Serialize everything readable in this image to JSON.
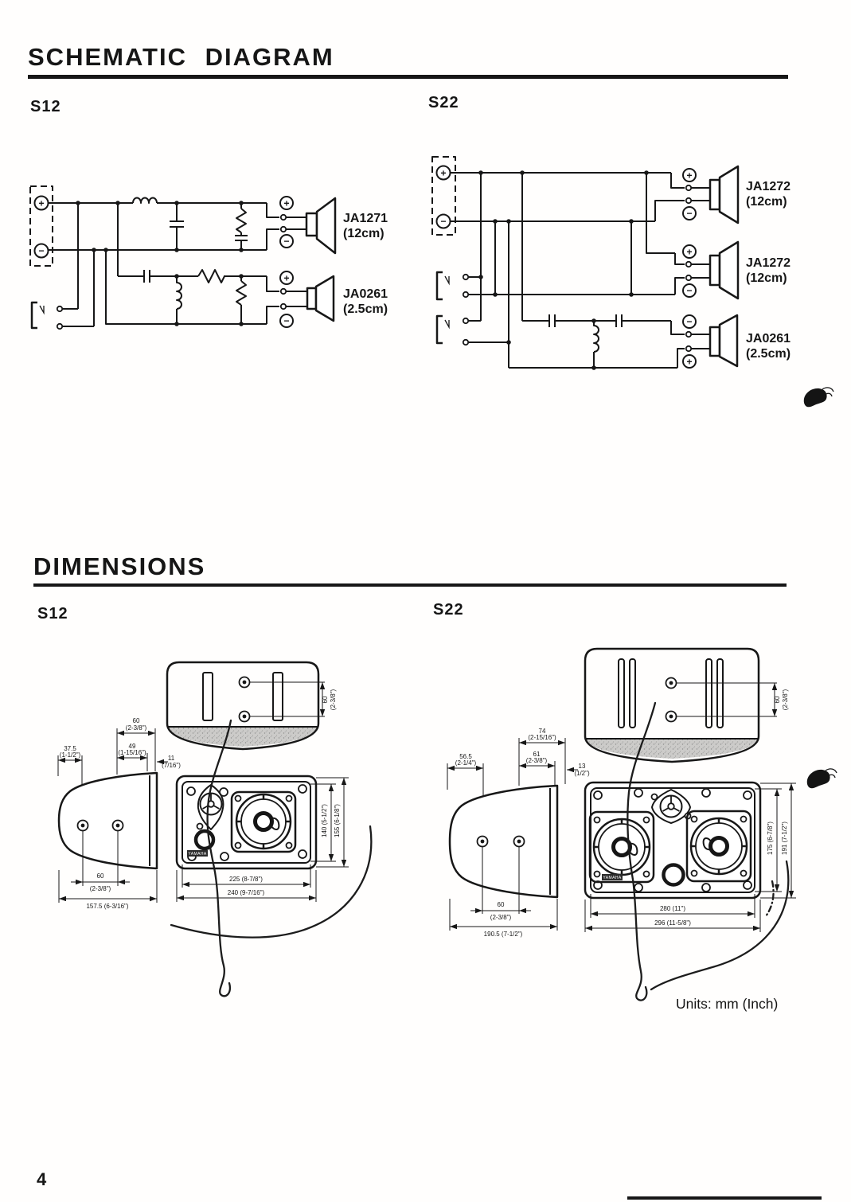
{
  "page": {
    "number": "4"
  },
  "schematic": {
    "title": "SCHEMATIC DIAGRAM",
    "symbols": {
      "plus": "+",
      "minus": "−"
    },
    "s12": {
      "label": "S12",
      "drivers": [
        {
          "name": "JA1271",
          "size": "(12cm)",
          "top_terminal": "+",
          "bottom_terminal": "−"
        },
        {
          "name": "JA0261",
          "size": "(2.5cm)",
          "top_terminal": "+",
          "bottom_terminal": "−"
        }
      ]
    },
    "s22": {
      "label": "S22",
      "drivers": [
        {
          "name": "JA1272",
          "size": "(12cm)",
          "top_terminal": "+",
          "bottom_terminal": "−"
        },
        {
          "name": "JA1272",
          "size": "(12cm)",
          "top_terminal": "+",
          "bottom_terminal": "−"
        },
        {
          "name": "JA0261",
          "size": "(2.5cm)",
          "top_terminal": "−",
          "bottom_terminal": "+"
        }
      ]
    }
  },
  "dimensions": {
    "title": "DIMENSIONS",
    "units_note": "Units: mm (Inch)",
    "s12": {
      "label": "S12",
      "badge": "YAMAHA",
      "top_depth_mm": "60",
      "top_depth_in": "(2-3/8\")",
      "off60_mm": "60",
      "off60_in": "(2-3/8\")",
      "off49_mm": "49",
      "off49_in": "(1-15/16\")",
      "off11_mm": "11",
      "off11_in": "(7/16\")",
      "off375_mm": "37.5",
      "off375_in": "(1-1/2\")",
      "hole_mm": "60",
      "hole_in": "(2-3/8\")",
      "depth_total": "157.5 (6-3/16\")",
      "height_inner": "140 (5-1/2\")",
      "height_total": "155 (6-1/8\")",
      "width_inner": "225 (8-7/8\")",
      "width_total": "240 (9-7/16\")"
    },
    "s22": {
      "label": "S22",
      "badge": "YAMAHA",
      "top_depth_mm": "60",
      "top_depth_in": "(2-3/8\")",
      "off74_mm": "74",
      "off74_in": "(2-15/16\")",
      "off61_mm": "61",
      "off61_in": "(2-3/8\")",
      "off13_mm": "13",
      "off13_in": "(1/2\")",
      "off565_mm": "56.5",
      "off565_in": "(2-1/4\")",
      "hole_mm": "60",
      "hole_in": "(2-3/8\")",
      "depth_total": "190.5 (7-1/2\")",
      "height_inner": "175 (6-7/8\")",
      "height_total": "191 (7-1/2\")",
      "width_inner": "280 (11\")",
      "width_total": "296 (11-5/8\")"
    }
  }
}
